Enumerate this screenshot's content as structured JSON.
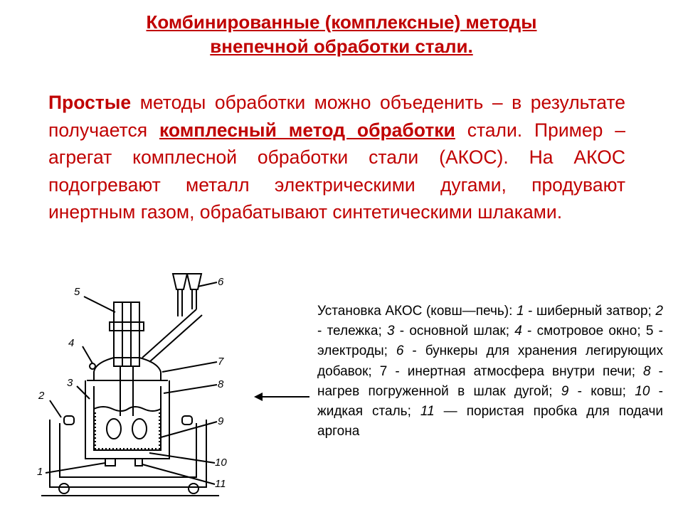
{
  "title": {
    "line1": "Комбинированные (комплексные) методы",
    "line2": "внепечной обработки стали."
  },
  "intro": {
    "bold_word": "Простые",
    "text1": " методы обработки можно объеденить – в результате получается ",
    "underlined": "комплесный метод обработки",
    "text2": " стали. Пример – агрегат комплесной обработки стали (АКОС). На АКОС подогревают металл электрическими дугами, продувают инертным газом, обрабатывают синтетическими шлаками."
  },
  "diagram": {
    "labels": [
      "1",
      "2",
      "3",
      "4",
      "5",
      "6",
      "7",
      "8",
      "9",
      "10",
      "11"
    ]
  },
  "caption": {
    "p1": "Установка АКОС (ковш—печь): ",
    "n1": "1",
    "p2": " - шиберный затвор; ",
    "n2": "2",
    "p3": " - тележка; ",
    "n3": "3",
    "p4": " - основной шлак; ",
    "n4": "4",
    "p5": " - смотровое окно; 5 - электроды; ",
    "n6": "6",
    "p6": " - бункеры для хранения легирующих добавок; 7 - инертная атмосфера внутри печи; ",
    "n8": "8",
    "p8": " - нагрев погруженной в шлак дугой; ",
    "n9": "9",
    "p9": " - ковш; ",
    "n10": "10",
    "p10": " - жидкая сталь; ",
    "n11": "11",
    "p11": " — пористая пробка для подачи аргона"
  }
}
